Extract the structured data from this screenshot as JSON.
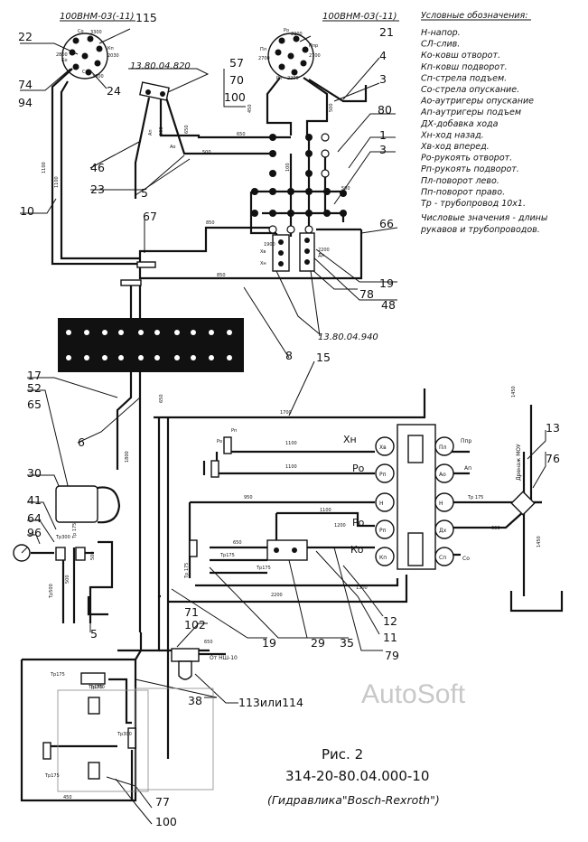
{
  "legend": {
    "title": "Условные обозначения:",
    "items": [
      "Н-напор.",
      "СЛ-слив.",
      "Ко-ковш отворот.",
      "Кп-ковш подворот.",
      "Сп-стрела подъем.",
      "Со-стрела опускание.",
      "Ао-аутригеры опускание",
      "Ап-аутригеры подъем",
      "ДХ-добавка хода",
      "Хн-ход назад.",
      "Хв-ход вперед.",
      "Ро-рукоять отворот.",
      "Рп-рукоять подворот.",
      "Пл-поворот лево.",
      "Пп-поворот право.",
      "Тр - трубопровод 10х1."
    ],
    "note_lines": [
      "Числовые значения - длины",
      "рукавов и трубопроводов."
    ]
  },
  "caption": {
    "fig": "Рис. 2",
    "doc_number": "314-20-80.04.000-10",
    "subtitle": "(Гидравлика\"Bosch-Rexroth\")"
  },
  "watermark": "AutoSoft",
  "distributors": {
    "left": "100ВНМ-03(-11)",
    "right": "100ВНМ-03(-11)"
  },
  "part_codes": {
    "top": "13.80.04.820",
    "mid": "13.80.04.940"
  },
  "callouts": [
    "115",
    "22",
    "74",
    "94",
    "24",
    "57",
    "70",
    "100",
    "21",
    "4",
    "3",
    "80",
    "1",
    "3",
    "46",
    "23",
    "5",
    "10",
    "67",
    "66",
    "19",
    "48",
    "78",
    "8",
    "15",
    "17",
    "52",
    "65",
    "6",
    "13",
    "76",
    "30",
    "41",
    "64",
    "96",
    "5",
    "12",
    "11",
    "79",
    "71",
    "102",
    "29",
    "35",
    "19",
    "38",
    "77",
    "100",
    "113или114"
  ],
  "dimensions": [
    "1100",
    "1100",
    "650",
    "500",
    "650",
    "850",
    "850",
    "450",
    "500",
    "500",
    "500",
    "100",
    "1700",
    "1100",
    "1100",
    "950",
    "1100",
    "1200",
    "650",
    "1300",
    "2200",
    "1450",
    "600",
    "1450",
    "1800",
    "650",
    "500",
    "500",
    "650",
    "450",
    "Тр175",
    "Тр175",
    "Тр175",
    "Тр175",
    "Тр175",
    "Тр300",
    "Тр300",
    "Тр300",
    "Тр500",
    "Тр 175",
    "Тр 175",
    "Тр 175"
  ],
  "port_labels": {
    "left_dist": [
      "Со",
      "Кп",
      "3300",
      "2030",
      "2800",
      "Ко",
      "3300",
      "Сп"
    ],
    "right_dist": [
      "Ро",
      "2200",
      "Пл",
      "Ппр",
      "2700",
      "2700",
      "Рп",
      "2200"
    ],
    "valve_left": [
      "Хв",
      "Рп",
      "Н",
      "Рп",
      "Кп"
    ],
    "valve_right": [
      "Пл",
      "Ао",
      "Н",
      "Дх",
      "Сп"
    ],
    "valve_left_ext": [
      "Хн",
      "Ро",
      "Ро",
      "Ко"
    ],
    "valve_right_ext": [
      "Ппр",
      "Ап",
      "Со"
    ],
    "panel_top": [
      "Ко",
      "Со",
      "Хв",
      "Ро",
      "Пл"
    ],
    "panel_bottom": [
      "Кп",
      "Сп",
      "Хн",
      "Рп",
      "Пп"
    ],
    "panel_mid": "Дх",
    "joystick": [
      "Ап",
      "Ао"
    ],
    "terminal": [
      "Хв",
      "1900",
      "Хн",
      "2200",
      "Дх"
    ],
    "top_ports": [
      "Рп",
      "Ро"
    ]
  },
  "drain_label": "Дренаж МОУ",
  "pump_label": "От НШ-10"
}
